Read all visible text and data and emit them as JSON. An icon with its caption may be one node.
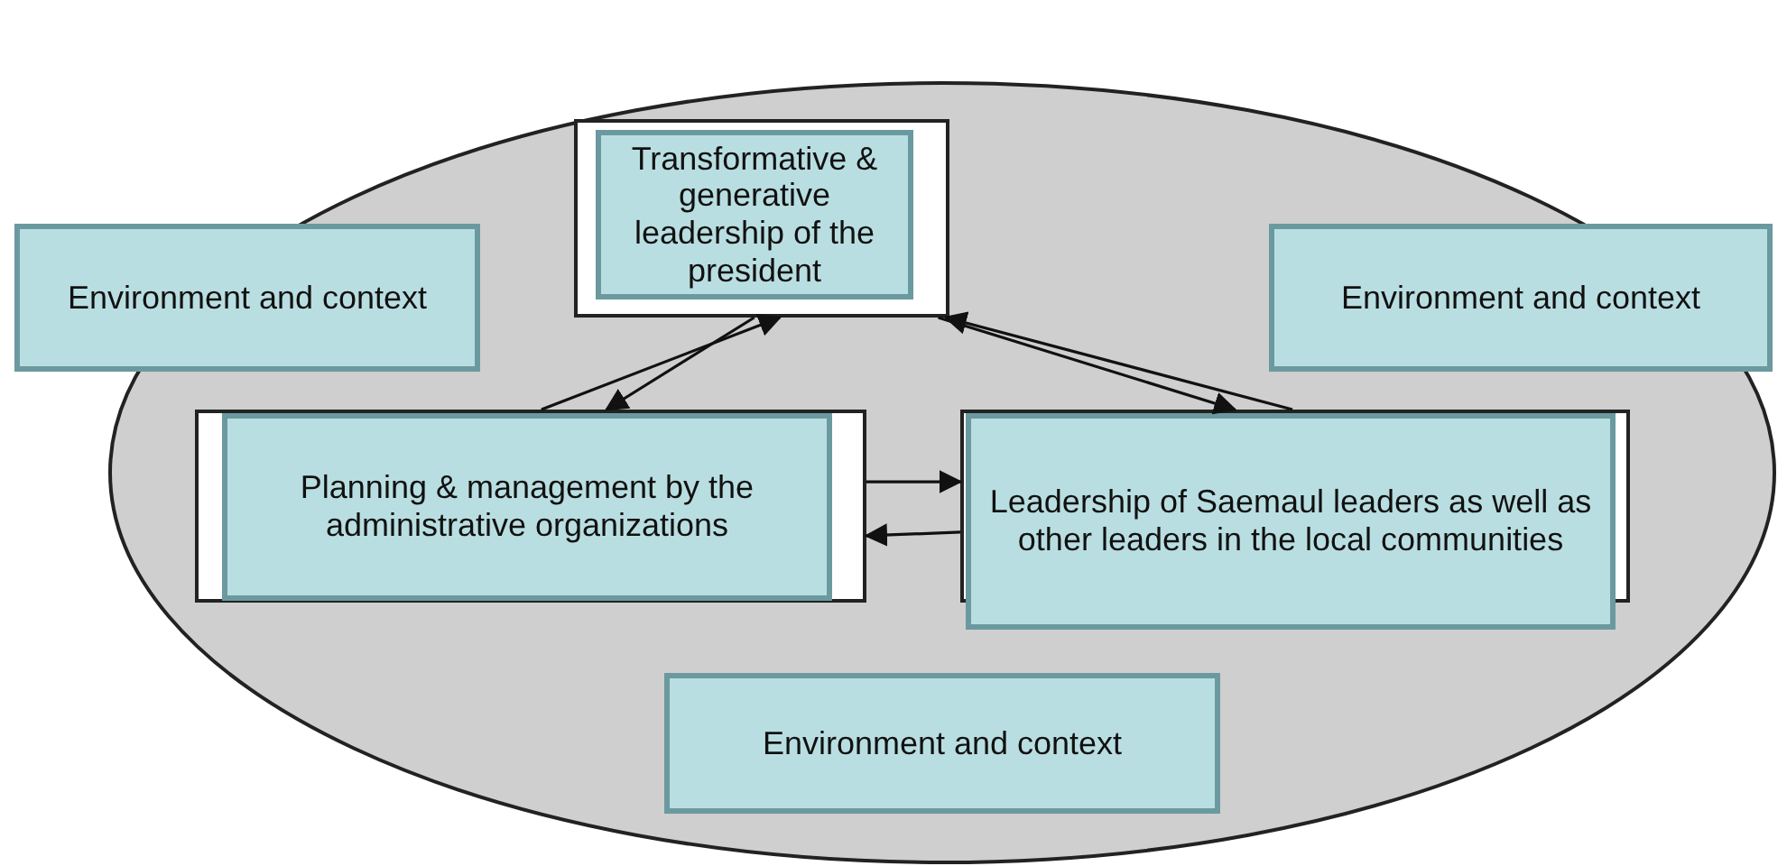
{
  "diagram": {
    "nodes": [
      {
        "text": [
          "Transformative & generative leadership of the president"
        ]
      },
      {
        "text": [
          "Environment and context"
        ]
      },
      {
        "text": [
          "Environment and context"
        ]
      },
      {
        "text": [
          "Planning & management by the administrative organizations"
        ]
      },
      {
        "text": [
          "Leadership of Saemaul leaders as well as other leaders in the local communities"
        ]
      },
      {
        "text": [
          "Environment and context"
        ]
      }
    ],
    "edges": [
      {
        "from": 3,
        "to": 0,
        "arrow": "to"
      },
      {
        "from": 0,
        "to": 3,
        "arrow": "to"
      },
      {
        "from": 0,
        "to": 4,
        "arrow": "to"
      },
      {
        "from": 4,
        "to": 0,
        "arrow": "to"
      },
      {
        "from": 3,
        "to": 4,
        "arrow": "to"
      },
      {
        "from": 4,
        "to": 3,
        "arrow": "to"
      }
    ]
  }
}
